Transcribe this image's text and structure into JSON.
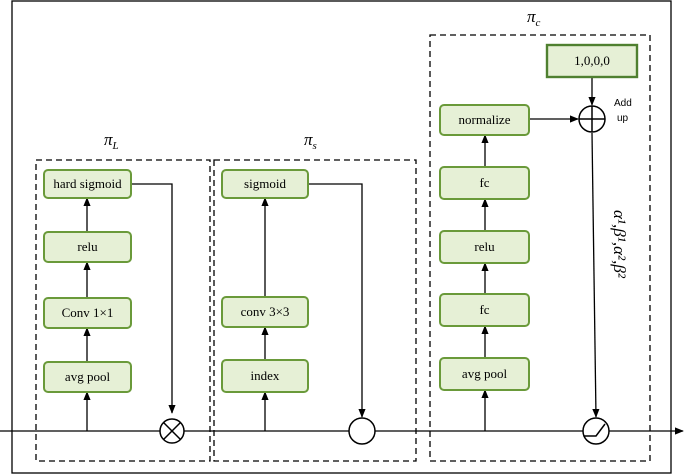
{
  "modules": {
    "pi_L": {
      "label": "π",
      "sub": "L",
      "blocks": [
        "avg pool",
        "Conv 1×1",
        "relu",
        "hard sigmoid"
      ]
    },
    "pi_s": {
      "label": "π",
      "sub": "s",
      "blocks": [
        "index",
        "conv 3×3",
        "sigmoid"
      ]
    },
    "pi_c": {
      "label": "π",
      "sub": "c",
      "blocks": [
        "avg pool",
        "fc",
        "relu",
        "fc",
        "normalize"
      ],
      "constant": "1,0,0,0",
      "add_label_line1": "Add",
      "add_label_line2": "up",
      "params_label": "α¹,β¹,α²,β²"
    }
  }
}
